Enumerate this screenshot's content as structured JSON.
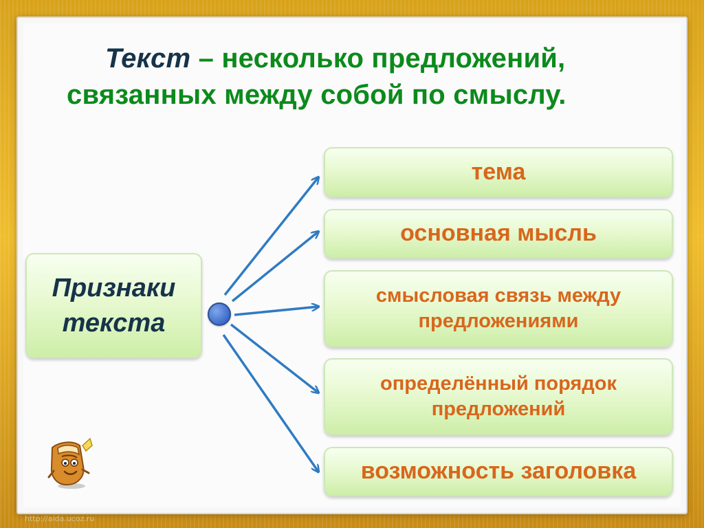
{
  "title": {
    "term": "Текст",
    "definition_part1": " – несколько предложений,",
    "definition_part2": "связанных между собой по смыслу."
  },
  "main_card": {
    "label": "Признаки\nтекста"
  },
  "features": [
    "тема",
    "основная мысль",
    "смысловая связь между\nпредложениями",
    "определённый порядок\nпредложений",
    "возможность заголовка"
  ],
  "watermark": "http://aida.ucoz.ru",
  "colors": {
    "title_green": "#0c8a1c",
    "term_dark_blue": "#16334a",
    "feature_orange": "#d8661d",
    "arrow_blue": "#2f7bc2",
    "frame_gold": "#e3ab26",
    "card_green": "#e8f9d1"
  },
  "mascot_icon": "book-character-icon"
}
